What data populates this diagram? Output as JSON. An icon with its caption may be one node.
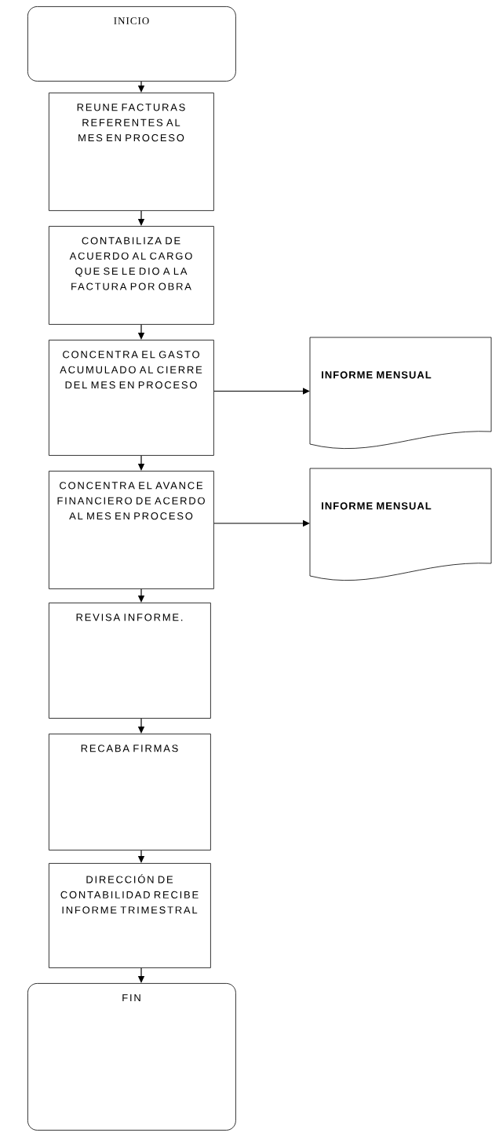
{
  "diagram": {
    "nodes": [
      {
        "text": [
          "INICIO"
        ]
      },
      {
        "text": [
          "REUNE FACTURAS REFERENTES AL MES EN PROCESO"
        ]
      },
      {
        "text": [
          "CONTABILIZA DE ACUERDO AL CARGO QUE SE LE DIO A LA FACTURA POR OBRA"
        ]
      },
      {
        "text": [
          "CONCENTRA EL GASTO ACUMULADO AL CIERRE DEL MES EN PROCESO"
        ]
      },
      {
        "text": [
          "INFORME MENSUAL"
        ]
      },
      {
        "text": [
          "CONCENTRA EL AVANCE FINANCIERO DE ACERDO AL MES EN PROCESO"
        ]
      },
      {
        "text": [
          "INFORME MENSUAL"
        ]
      },
      {
        "text": [
          "REVISA INFORME."
        ]
      },
      {
        "text": [
          "RECABA FIRMAS"
        ]
      },
      {
        "text": [
          "DIRECCIÓN DE CONTABILIDAD RECIBE INFORME TRIMESTRAL"
        ]
      },
      {
        "text": [
          "FIN"
        ]
      }
    ],
    "edges": [
      {
        "from": 0,
        "to": 1,
        "arrow": "to"
      },
      {
        "from": 1,
        "to": 2,
        "arrow": "to"
      },
      {
        "from": 2,
        "to": 3,
        "arrow": "to"
      },
      {
        "from": 3,
        "to": 4,
        "arrow": "to"
      },
      {
        "from": 3,
        "to": 5,
        "arrow": "to"
      },
      {
        "from": 5,
        "to": 6,
        "arrow": "to"
      },
      {
        "from": 5,
        "to": 7,
        "arrow": "to"
      },
      {
        "from": 7,
        "to": 8,
        "arrow": "to"
      },
      {
        "from": 8,
        "to": 9,
        "arrow": "to"
      },
      {
        "from": 9,
        "to": 10,
        "arrow": "to"
      }
    ]
  }
}
